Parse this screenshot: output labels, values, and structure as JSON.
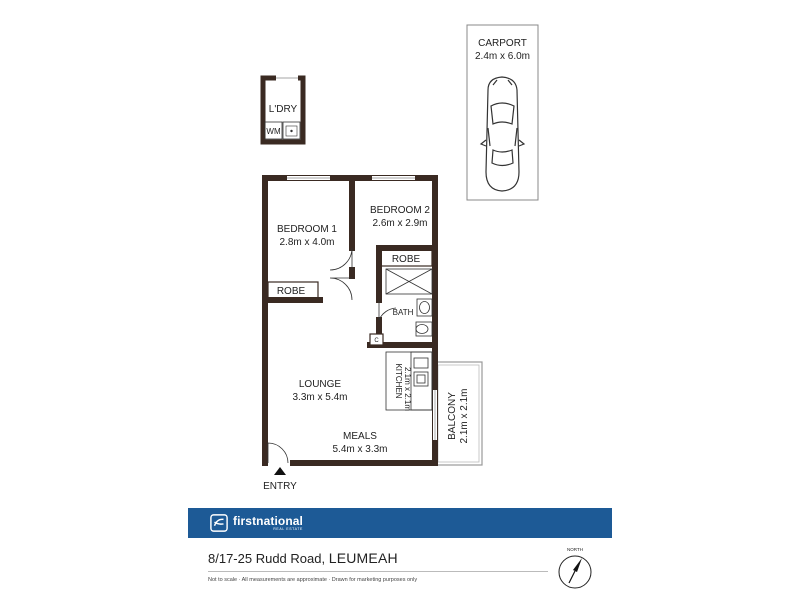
{
  "rooms": {
    "carport": {
      "name": "CARPORT",
      "size": "2.4m x 6.0m"
    },
    "laundry": {
      "name": "L'DRY",
      "appliance": "WM"
    },
    "bedroom1": {
      "name": "BEDROOM 1",
      "size": "2.8m x 4.0m"
    },
    "bedroom2": {
      "name": "BEDROOM 2",
      "size": "2.6m x 2.9m"
    },
    "robe1": {
      "name": "ROBE"
    },
    "robe2": {
      "name": "ROBE"
    },
    "bath": {
      "name": "BATH"
    },
    "cupboard": {
      "name": "C"
    },
    "kitchen": {
      "name": "KITCHEN",
      "size": "2.1m x 2.1m"
    },
    "lounge": {
      "name": "LOUNGE",
      "size": "3.3m x 5.4m"
    },
    "meals": {
      "name": "MEALS",
      "size": "5.4m x 3.3m"
    },
    "balcony": {
      "name": "BALCONY",
      "size": "2.1m x 2.1m"
    },
    "entry": {
      "name": "ENTRY"
    }
  },
  "brand": {
    "name": "firstnational",
    "tagline": "REAL ESTATE",
    "color": "#1d5a96"
  },
  "address": {
    "street": "8/17-25 Rudd Road,",
    "suburb": "LEUMEAH"
  },
  "disclaimer": "Not to scale  ·  All measurements are approximate  ·  Drawn for marketing purposes only",
  "compass": {
    "label": "NORTH"
  },
  "icons": {
    "car": "car-icon",
    "compass": "north-arrow-icon",
    "logo": "logo-icon",
    "entry": "entry-arrow-icon"
  }
}
